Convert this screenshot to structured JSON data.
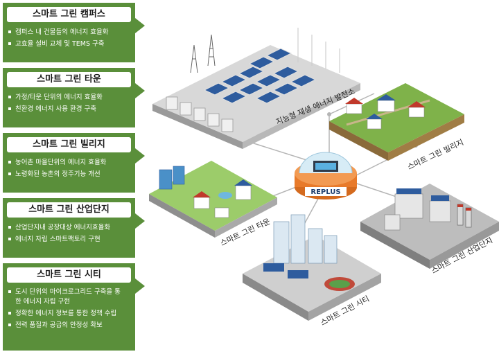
{
  "panels": [
    {
      "title": "스마트 그린 캠퍼스",
      "items": [
        "캠퍼스 내 건물들의 에너지 효율화",
        "고효율 설비 교체 및 TEMS 구축"
      ]
    },
    {
      "title": "스마트 그린 타운",
      "items": [
        "가정/타운 단위의 에너지 효율화",
        "친환경 에너지 사용 환경 구축"
      ]
    },
    {
      "title": "스마트 그린 빌리지",
      "items": [
        "농어촌 마을단위의 에너지 효율화",
        "노령화된 농촌의 정주기능 개선"
      ]
    },
    {
      "title": "스마트 그린 산업단지",
      "items": [
        "산업단지내 공장대상 에너지효율화",
        "에너지 자립 스마트팩토리 구현"
      ]
    },
    {
      "title": "스마트 그린 시티",
      "items": [
        "도시 단위의 마이크로그리드 구축을 통한 에너지 자립 구현",
        "정확한 에너지 정보를 통한 정책 수립",
        "전력 품질과 공급의 안정성 확보"
      ]
    }
  ],
  "diagram": {
    "center_label": "REPLUS",
    "labels": {
      "power_plant": "지능형 재생 에너지 발전소",
      "village": "스마트 그린 빌리지",
      "town": "스마트 그린 타운",
      "industrial": "스마트 그린 산업단지",
      "city": "스마트 그린 시티"
    }
  },
  "colors": {
    "panel_green": "#5a8f3a",
    "hub_orange": "#e87a2a",
    "ground_green": "#7fb24a",
    "platform_gray": "#a8a8a8"
  }
}
